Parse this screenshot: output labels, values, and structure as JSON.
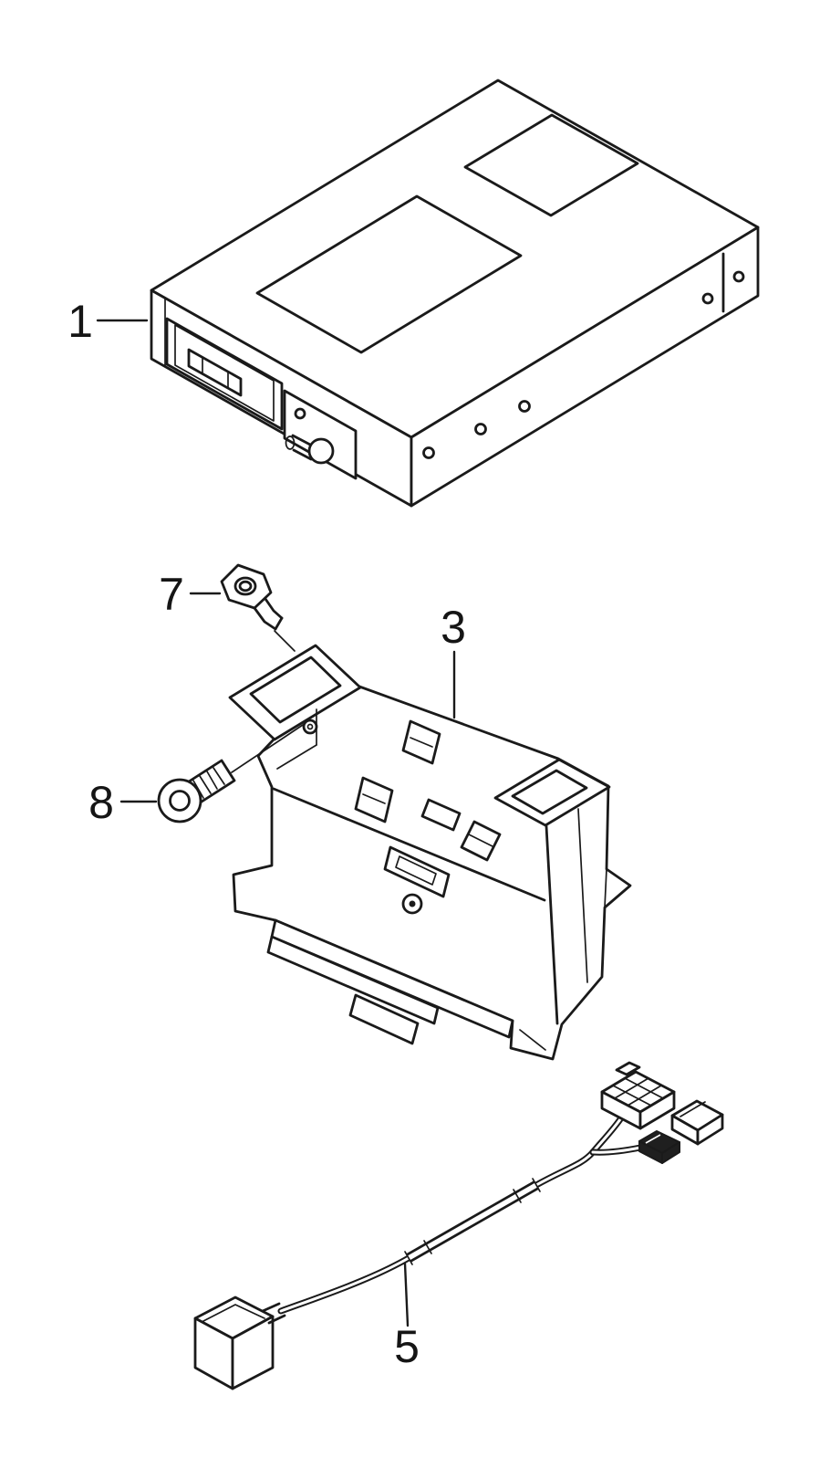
{
  "diagram": {
    "background_color": "#ffffff",
    "line_color": "#1a1a1a",
    "parts": [
      {
        "label": "1"
      },
      {
        "label": "7"
      },
      {
        "label": "3"
      },
      {
        "label": "8"
      },
      {
        "label": "5"
      }
    ]
  }
}
